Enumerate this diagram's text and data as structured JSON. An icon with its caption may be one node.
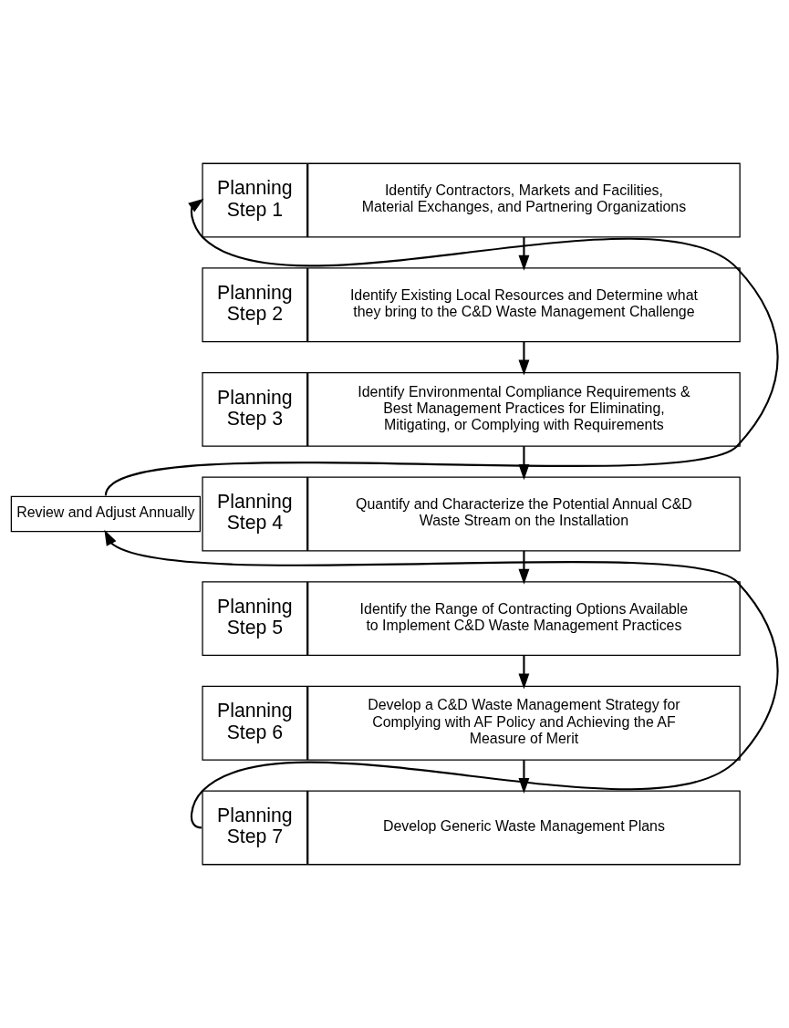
{
  "diagram": {
    "nodes": [
      {
        "text": [
          "Planning Step 1"
        ]
      },
      {
        "text": [
          "Identify Contractors, Markets and Facilities, Material Exchanges, and Partnering Organizations"
        ]
      },
      {
        "text": [
          "Planning Step 2"
        ]
      },
      {
        "text": [
          "Identify Existing Local Resources and Determine what they bring to the C&D Waste Management Challenge"
        ]
      },
      {
        "text": [
          "Planning Step 3"
        ]
      },
      {
        "text": [
          "Identify Environmental Compliance Requirements & Best Management Practices for Eliminating, Mitigating, or Complying with Requirements"
        ]
      },
      {
        "text": [
          "Planning Step 4"
        ]
      },
      {
        "text": [
          "Quantify and Characterize the Potential Annual C&D Waste Stream on the Installation"
        ]
      },
      {
        "text": [
          "Planning Step 5"
        ]
      },
      {
        "text": [
          "Identify the Range of Contracting Options Available to Implement C&D Waste Management Practices"
        ]
      },
      {
        "text": [
          "Planning Step 6"
        ]
      },
      {
        "text": [
          "Develop a C&D Waste Management Strategy for Complying with AF Policy and Achieving the AF Measure of Merit"
        ]
      },
      {
        "text": [
          "Planning Step 7"
        ]
      },
      {
        "text": [
          "Develop Generic Waste Management Plans"
        ]
      },
      {
        "text": [
          "Review and Adjust Annually"
        ]
      }
    ],
    "edges": [
      {
        "from": 1,
        "to": 3,
        "arrow": "to"
      },
      {
        "from": 3,
        "to": 5,
        "arrow": "to"
      },
      {
        "from": 5,
        "to": 7,
        "arrow": "to"
      },
      {
        "from": 7,
        "to": 9,
        "arrow": "to"
      },
      {
        "from": 9,
        "to": 11,
        "arrow": "to"
      },
      {
        "from": 11,
        "to": 13,
        "arrow": "to"
      },
      {
        "from": 12,
        "to": 14,
        "arrow": "to"
      },
      {
        "from": 14,
        "to": 0,
        "arrow": "to"
      }
    ]
  }
}
